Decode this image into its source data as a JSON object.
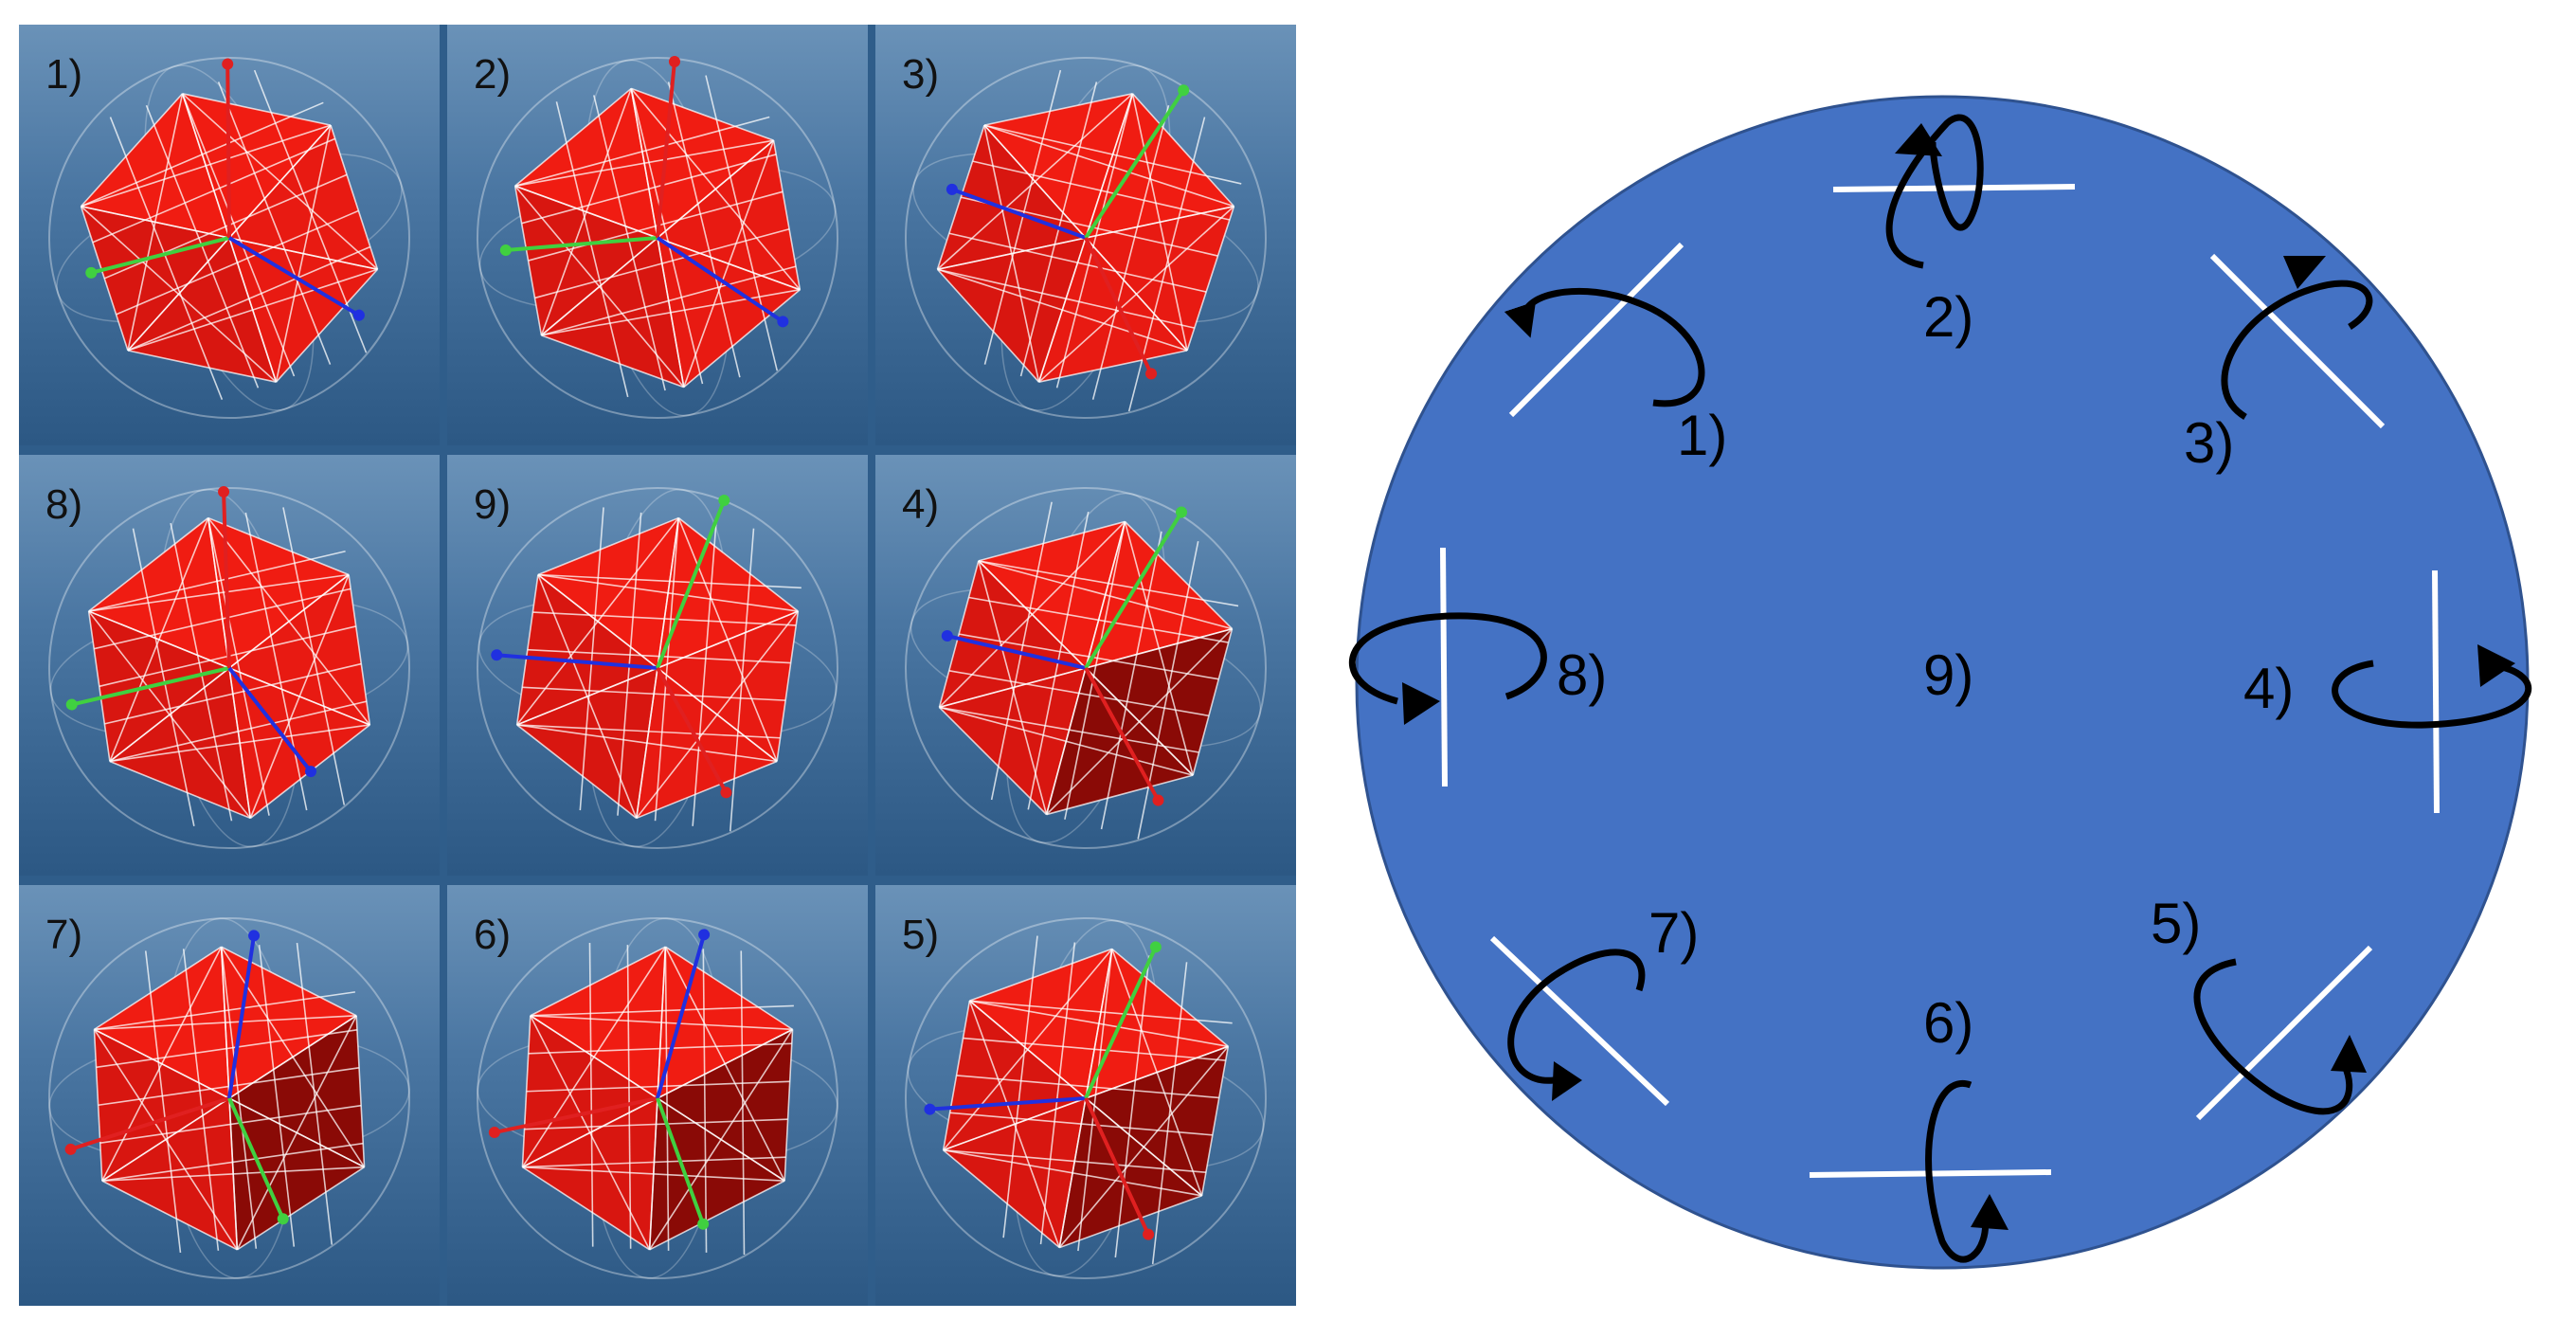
{
  "cells": [
    {
      "label": "1)"
    },
    {
      "label": "2)"
    },
    {
      "label": "3)"
    },
    {
      "label": "8)"
    },
    {
      "label": "9)"
    },
    {
      "label": "4)"
    },
    {
      "label": "7)"
    },
    {
      "label": "6)"
    },
    {
      "label": "5)"
    }
  ],
  "diagram": {
    "labels": [
      "1)",
      "2)",
      "3)",
      "4)",
      "5)",
      "6)",
      "7)",
      "8)",
      "9)"
    ]
  },
  "colors": {
    "cube_face": "#f01c12",
    "cube_dark": "#8a0a06",
    "disk_fill": "#4472c4",
    "disk_stroke": "#2f528f",
    "axis_x": "#e02020",
    "axis_y": "#40d040",
    "axis_z": "#2030e0"
  },
  "icons": [
    "rotation-arrow-icon",
    "axis-line-icon",
    "cube-icon"
  ]
}
